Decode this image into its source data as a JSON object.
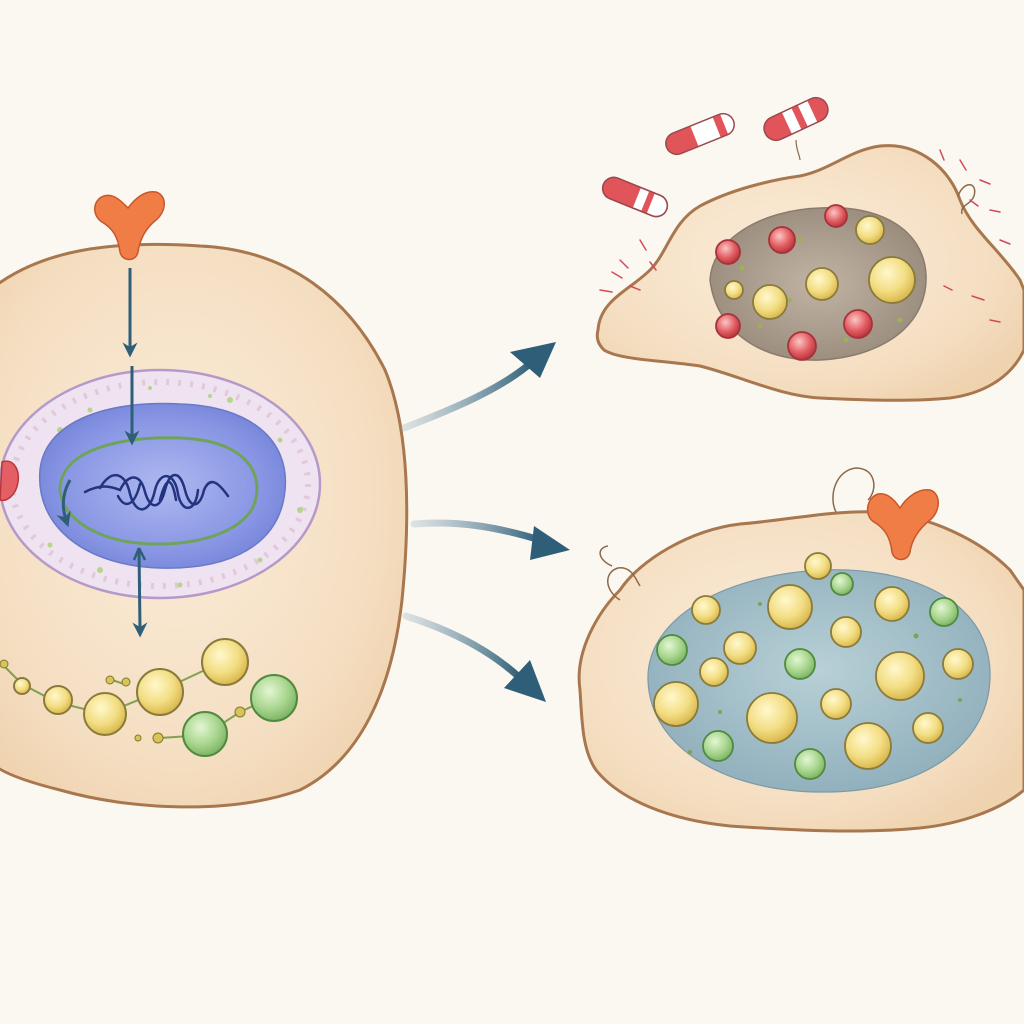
{
  "diagram": {
    "colors": {
      "background": "#fbf8f2",
      "cell_fill": "#f6e2c8",
      "cell_outline": "#a8774e",
      "receptor": "#ef7d45",
      "arrow": "#2f5f78",
      "nucleus": "#7f8ee2",
      "nuclear_envelope": "#e7d7ef",
      "dna": "#22347e",
      "granule_yellow": "#f3de84",
      "granule_green": "#a9d68f",
      "dying_cytoplasm": "#a7998a",
      "capsule_red": "#e1545a",
      "healthy_cytoplasm": "#9fbcc6"
    },
    "icons": {
      "receptor": "receptor-icon",
      "dna": "dna-icon",
      "drug": "capsule-icon",
      "pathway_arrow": "arrow-icon"
    },
    "elements": [
      "source-cell",
      "nucleus",
      "signal-arrow",
      "treated-cell",
      "drug-capsule",
      "granule-cell"
    ]
  }
}
